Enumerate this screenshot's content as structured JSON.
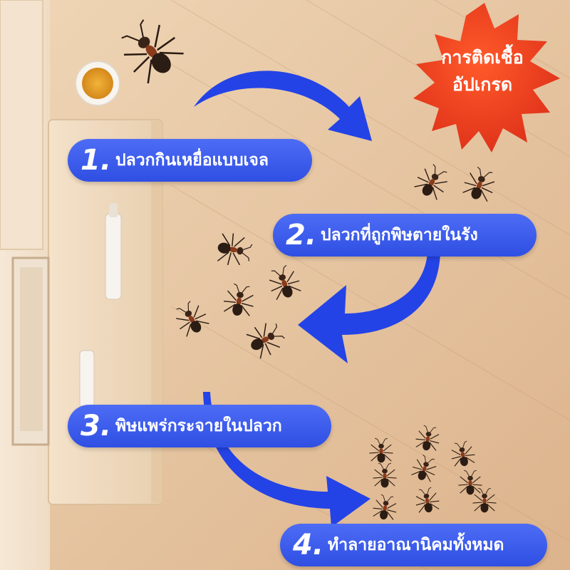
{
  "badge": {
    "line1": "การติดเชื้อ",
    "line2": "อัปเกรด"
  },
  "steps": [
    {
      "num": "1.",
      "text": "ปลวกกินเหยื่อแบบเจล"
    },
    {
      "num": "2.",
      "text": "ปลวกที่ถูกพิษตายในรัง"
    },
    {
      "num": "3.",
      "text": "พิษแพร่กระจายในปลวก"
    },
    {
      "num": "4.",
      "text": "ทำลายอาณานิคมทั้งหมด"
    }
  ],
  "colors": {
    "step_blue": "#3b5bef",
    "badge_red": "#f04a1f",
    "floor": "#e7c9a6",
    "arrow_blue": "#2443e6"
  }
}
